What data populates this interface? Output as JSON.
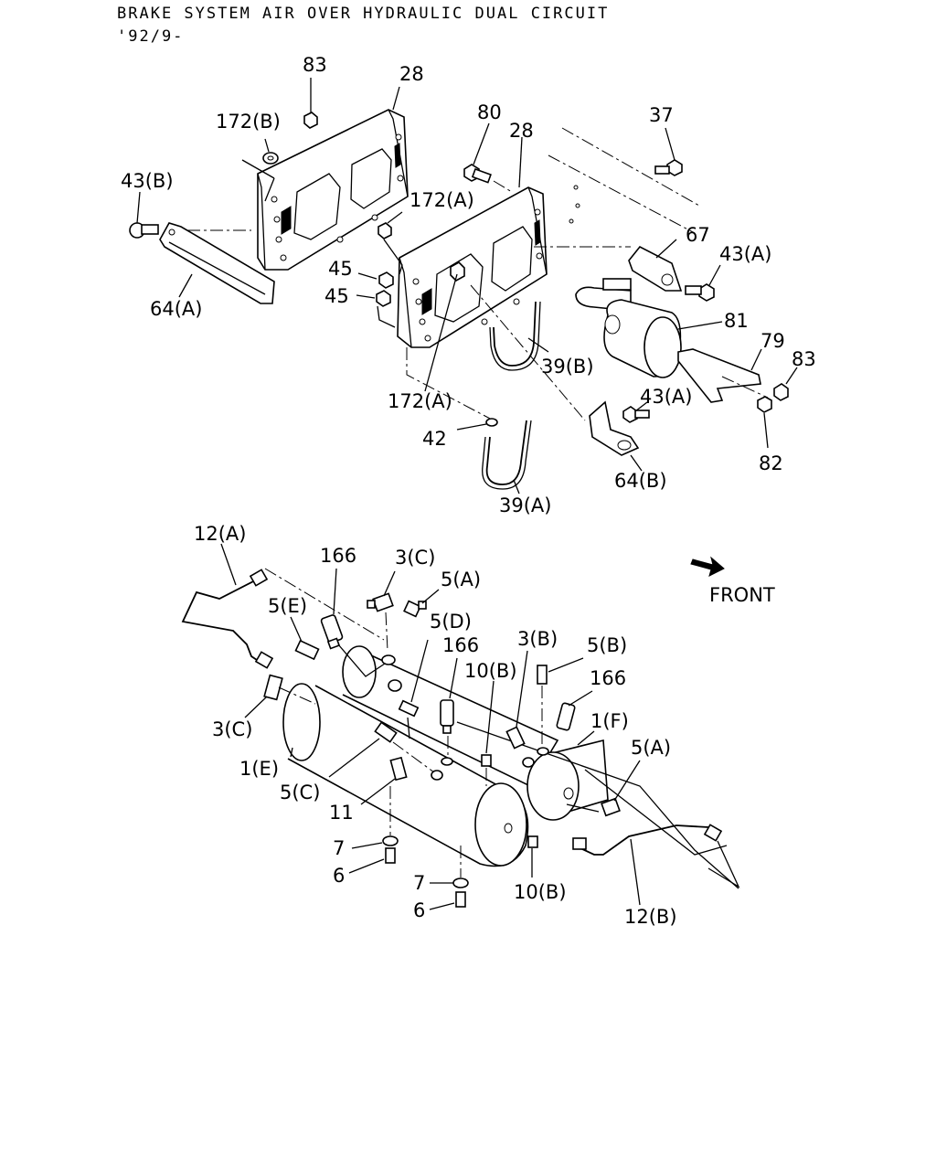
{
  "header": {
    "title": "BRAKE SYSTEM AIR OVER HYDRAULIC DUAL CIRCUIT",
    "subtitle": "'92/9-"
  },
  "direction_label": "FRONT",
  "callouts": [
    {
      "id": "c-83-top",
      "text": "83"
    },
    {
      "id": "c-28-left",
      "text": "28"
    },
    {
      "id": "c-172b",
      "text": "172(B)"
    },
    {
      "id": "c-43b",
      "text": "43(B)"
    },
    {
      "id": "c-64a",
      "text": "64(A)"
    },
    {
      "id": "c-80",
      "text": "80"
    },
    {
      "id": "c-28-right",
      "text": "28"
    },
    {
      "id": "c-37",
      "text": "37"
    },
    {
      "id": "c-172a-top",
      "text": "172(A)"
    },
    {
      "id": "c-67",
      "text": "67"
    },
    {
      "id": "c-43a-top",
      "text": "43(A)"
    },
    {
      "id": "c-45-a",
      "text": "45"
    },
    {
      "id": "c-45-b",
      "text": "45"
    },
    {
      "id": "c-81",
      "text": "81"
    },
    {
      "id": "c-79",
      "text": "79"
    },
    {
      "id": "c-83-right",
      "text": "83"
    },
    {
      "id": "c-39b",
      "text": "39(B)"
    },
    {
      "id": "c-172a-bottom",
      "text": "172(A)"
    },
    {
      "id": "c-43a-bottom",
      "text": "43(A)"
    },
    {
      "id": "c-42",
      "text": "42"
    },
    {
      "id": "c-82",
      "text": "82"
    },
    {
      "id": "c-64b",
      "text": "64(B)"
    },
    {
      "id": "c-39a",
      "text": "39(A)"
    },
    {
      "id": "c-12a",
      "text": "12(A)"
    },
    {
      "id": "c-166-a",
      "text": "166"
    },
    {
      "id": "c-3c-top",
      "text": "3(C)"
    },
    {
      "id": "c-5a-top",
      "text": "5(A)"
    },
    {
      "id": "c-5e",
      "text": "5(E)"
    },
    {
      "id": "c-5d",
      "text": "5(D)"
    },
    {
      "id": "c-166-b",
      "text": "166"
    },
    {
      "id": "c-3b",
      "text": "3(B)"
    },
    {
      "id": "c-5b",
      "text": "5(B)"
    },
    {
      "id": "c-10b-top",
      "text": "10(B)"
    },
    {
      "id": "c-166-c",
      "text": "166"
    },
    {
      "id": "c-3c-left",
      "text": "3(C)"
    },
    {
      "id": "c-1f",
      "text": "1(F)"
    },
    {
      "id": "c-1e",
      "text": "1(E)"
    },
    {
      "id": "c-5a-right",
      "text": "5(A)"
    },
    {
      "id": "c-5c",
      "text": "5(C)"
    },
    {
      "id": "c-11",
      "text": "11"
    },
    {
      "id": "c-7-a",
      "text": "7"
    },
    {
      "id": "c-6-a",
      "text": "6"
    },
    {
      "id": "c-7-b",
      "text": "7"
    },
    {
      "id": "c-10b-bottom",
      "text": "10(B)"
    },
    {
      "id": "c-6-b",
      "text": "6"
    },
    {
      "id": "c-12b",
      "text": "12(B)"
    }
  ]
}
